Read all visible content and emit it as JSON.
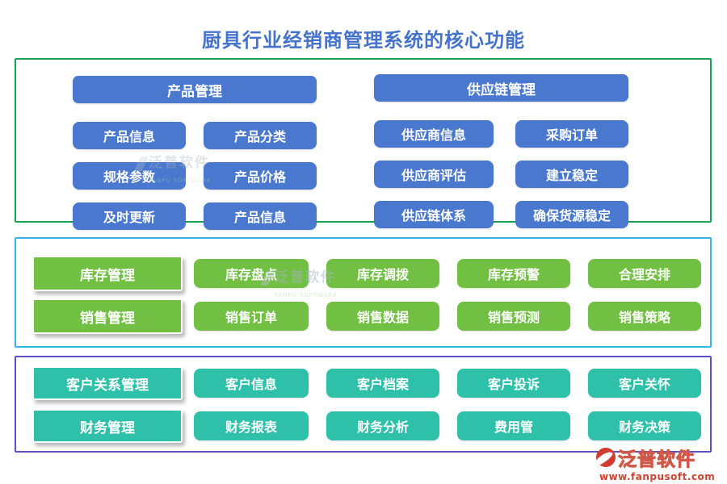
{
  "title": "厨具行业经销商管理系统的核心功能",
  "product_group": {
    "header": "产品管理",
    "items": [
      "产品信息",
      "产品分类",
      "规格参数",
      "产品价格",
      "及时更新",
      "产品信息"
    ]
  },
  "supply_group": {
    "header": "供应链管理",
    "items": [
      "供应商信息",
      "采购订单",
      "供应商评估",
      "建立稳定",
      "供应链体系",
      "确保货源稳定"
    ]
  },
  "inventory_row": {
    "lead": "库存管理",
    "items": [
      "库存盘点",
      "库存调拨",
      "库存预警",
      "合理安排"
    ]
  },
  "sales_row": {
    "lead": "销售管理",
    "items": [
      "销售订单",
      "销售数据",
      "销售预测",
      "销售策略"
    ]
  },
  "customer_row": {
    "lead": "客户关系管理",
    "items": [
      "客户信息",
      "客户档案",
      "客户投诉",
      "客户关怀"
    ]
  },
  "finance_row": {
    "lead": "财务管理",
    "items": [
      "财务报表",
      "财务分析",
      "费用管",
      "财务决策"
    ]
  },
  "watermark": {
    "text": "泛普软件",
    "subtext": "FANPU SOFTWARE"
  },
  "logo": {
    "name": "泛普软件",
    "url": "www.fanpusoft.com"
  },
  "colors": {
    "title_blue": "#4573c9",
    "blue_button": "#4a78ce",
    "green_button": "#72c043",
    "teal_button": "#2ec0a9",
    "sec1_border_green": "#18a356",
    "sec2_border_blue": "#38b3e6",
    "sec3_border_purple": "#5a50c8",
    "logo_red": "#cc4433"
  }
}
